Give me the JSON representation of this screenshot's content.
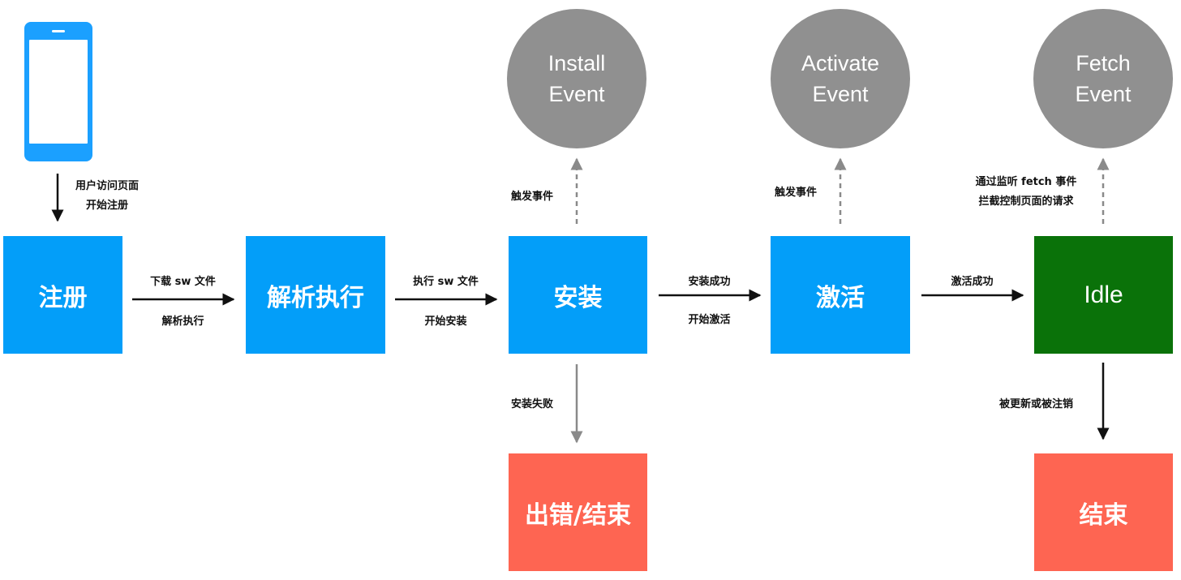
{
  "colors": {
    "node_blue": "#039ef9",
    "node_green": "#0a7209",
    "node_red": "#fe6552",
    "event_gray": "#909090",
    "phone_blue": "#1ba0ff"
  },
  "icons": {
    "phone": "mobile-phone-icon"
  },
  "nodes": {
    "register": "注册",
    "parse": "解析执行",
    "install": "安装",
    "activate": "激活",
    "idle": "Idle",
    "error_end": "出错/结束",
    "end": "结束"
  },
  "events": {
    "install": {
      "line1": "Install",
      "line2": "Event"
    },
    "activate": {
      "line1": "Activate",
      "line2": "Event"
    },
    "fetch": {
      "line1": "Fetch",
      "line2": "Event"
    }
  },
  "labels": {
    "user_visit_1": "用户访问页面",
    "user_visit_2": "开始注册",
    "download_top": "下载  sw 文件",
    "download_bottom": "解析执行",
    "execute_top": "执行 sw 文件",
    "execute_bottom": "开始安装",
    "install_success_top": "安装成功",
    "install_success_bottom": "开始激活",
    "activate_success": "激活成功",
    "trigger_install": "触发事件",
    "trigger_activate": "触发事件",
    "fetch_1": "通过监听 fetch 事件",
    "fetch_2": "拦截控制页面的请求",
    "install_fail": "安装失败",
    "updated_or_unregistered": "被更新或被注销"
  }
}
